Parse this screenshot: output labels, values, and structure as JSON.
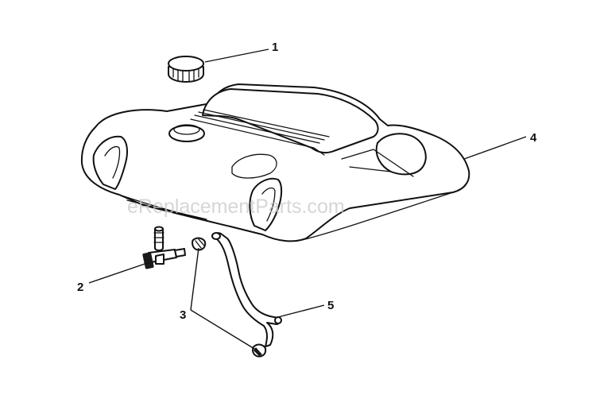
{
  "watermark": "eReplacementParts.com",
  "callouts": [
    {
      "id": "1",
      "label": "1"
    },
    {
      "id": "2",
      "label": "2"
    },
    {
      "id": "3",
      "label": "3"
    },
    {
      "id": "4",
      "label": "4"
    },
    {
      "id": "5",
      "label": "5"
    }
  ],
  "colors": {
    "line": "#111111",
    "background": "#ffffff",
    "watermark": "#c9c9c9"
  }
}
